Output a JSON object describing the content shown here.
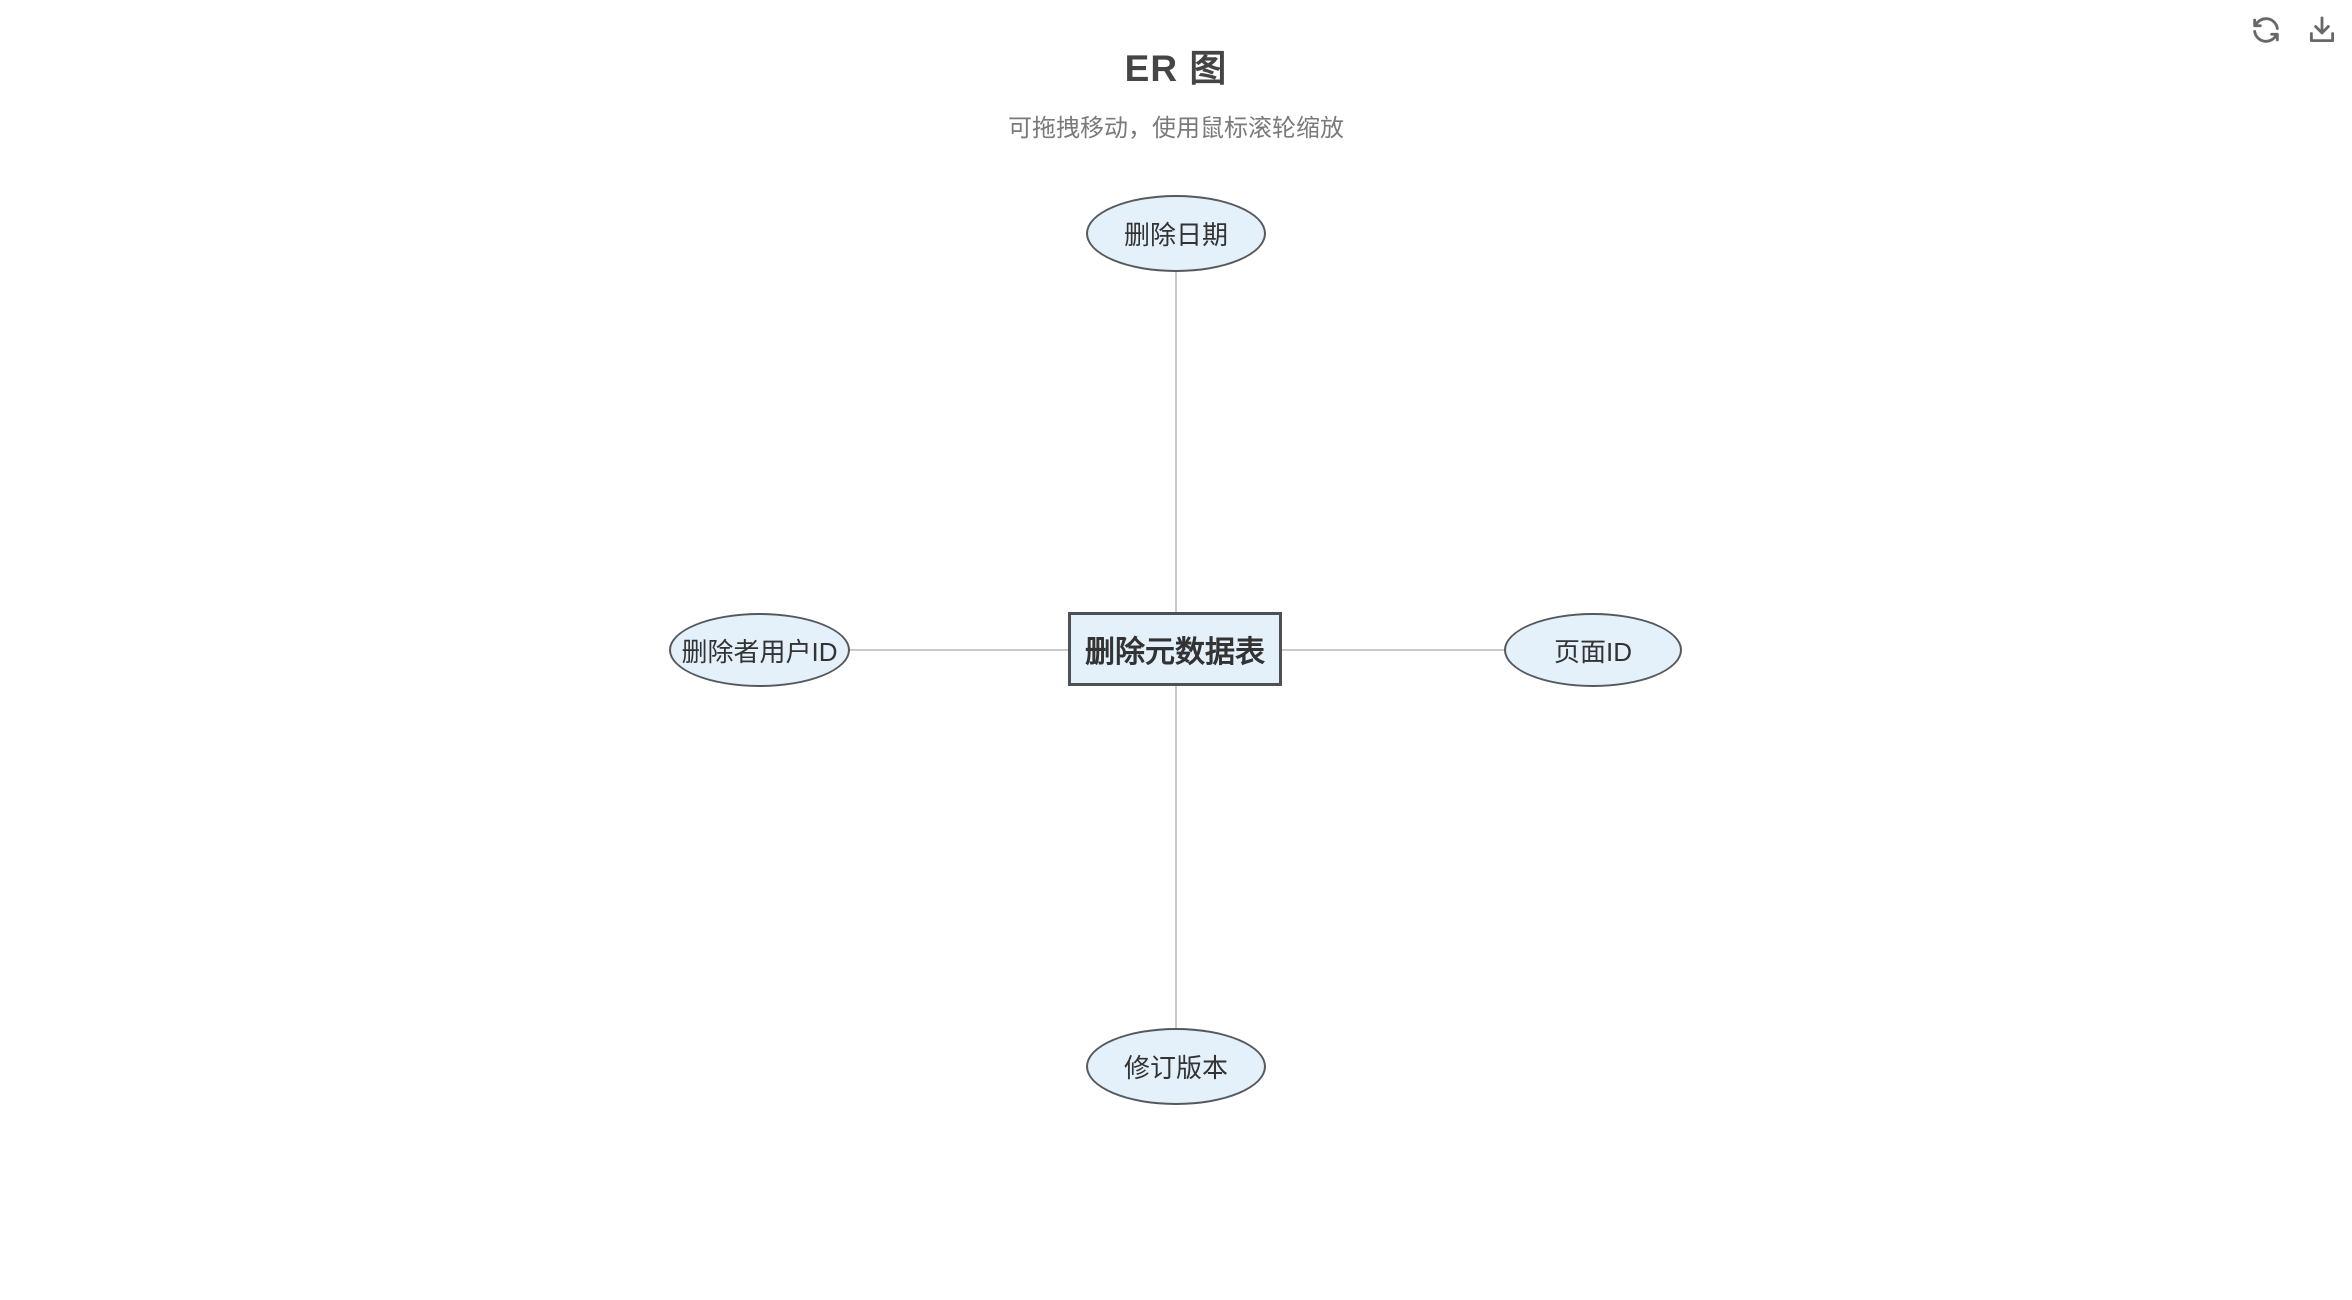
{
  "header": {
    "title": "ER 图",
    "subtitle": "可拖拽移动，使用鼠标滚轮缩放"
  },
  "toolbar": {
    "buttons": [
      {
        "name": "refresh",
        "icon": "refresh-icon"
      },
      {
        "name": "download",
        "icon": "download-icon"
      }
    ]
  },
  "diagram": {
    "entity": {
      "label": "删除元数据表",
      "shape": "rectangle"
    },
    "attributes": [
      {
        "label": "删除日期",
        "position": "top",
        "shape": "ellipse"
      },
      {
        "label": "删除者用户ID",
        "position": "left",
        "shape": "ellipse"
      },
      {
        "label": "页面ID",
        "position": "right",
        "shape": "ellipse"
      },
      {
        "label": "修订版本",
        "position": "bottom",
        "shape": "ellipse"
      }
    ],
    "connectors": [
      {
        "from": "entity",
        "to": "top"
      },
      {
        "from": "entity",
        "to": "left"
      },
      {
        "from": "entity",
        "to": "right"
      },
      {
        "from": "entity",
        "to": "bottom"
      }
    ],
    "colors": {
      "node_fill": "#e4f1fb",
      "node_border": "#55595d",
      "entity_border": "#4d5154",
      "connector": "#c9c9c9",
      "title_text": "#454545",
      "subtitle_text": "#7a7a7a",
      "node_text": "#333333",
      "icon": "#686868"
    }
  }
}
